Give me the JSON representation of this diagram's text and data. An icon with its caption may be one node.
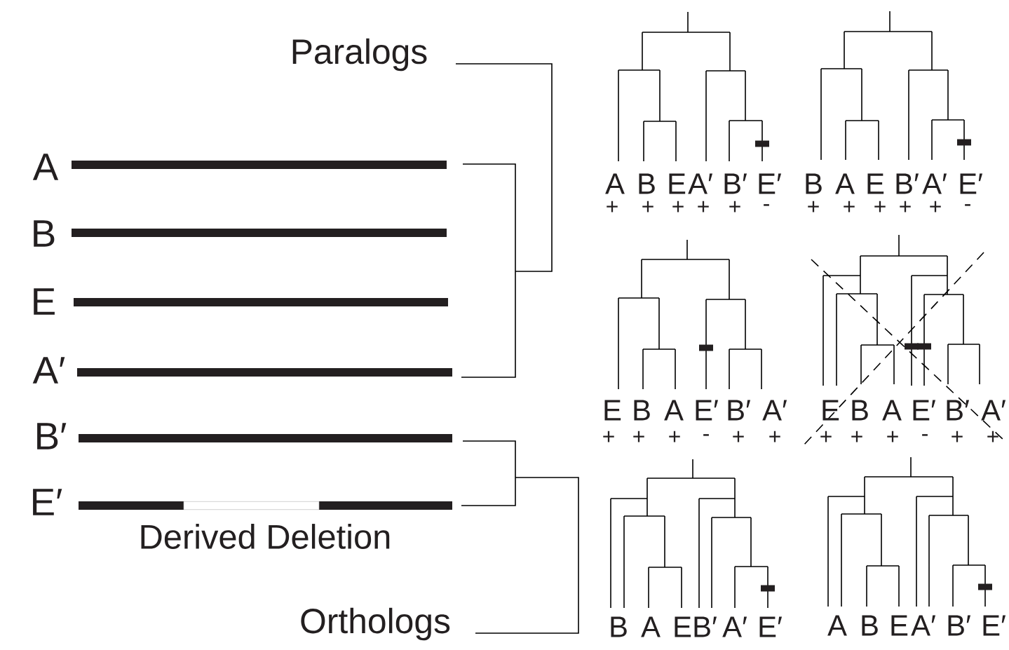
{
  "diagram": {
    "labels": [
      "Paralogs",
      "A",
      "B",
      "E",
      "A′",
      "B′",
      "E′",
      "Derived Deletion",
      "Orthologs",
      "A",
      "B",
      "E",
      "A′",
      "B′",
      "E′",
      "+",
      "+",
      "+",
      "+",
      "+",
      "-",
      "B",
      "A",
      "E",
      "B′",
      "A′",
      "E′",
      "+",
      "+",
      "+",
      "+",
      "+",
      "-",
      "E",
      "B",
      "A",
      "E′",
      "B′",
      "A′",
      "+",
      "+",
      "+",
      "-",
      "+",
      "+",
      "E",
      "B",
      "A",
      "E′",
      "B′",
      "A′",
      "+",
      "+",
      "+",
      "-",
      "+",
      "+",
      "B",
      "A",
      "E",
      "B′",
      "A′",
      "E′",
      "A",
      "B",
      "E",
      "A′",
      "B′",
      "E′"
    ]
  }
}
